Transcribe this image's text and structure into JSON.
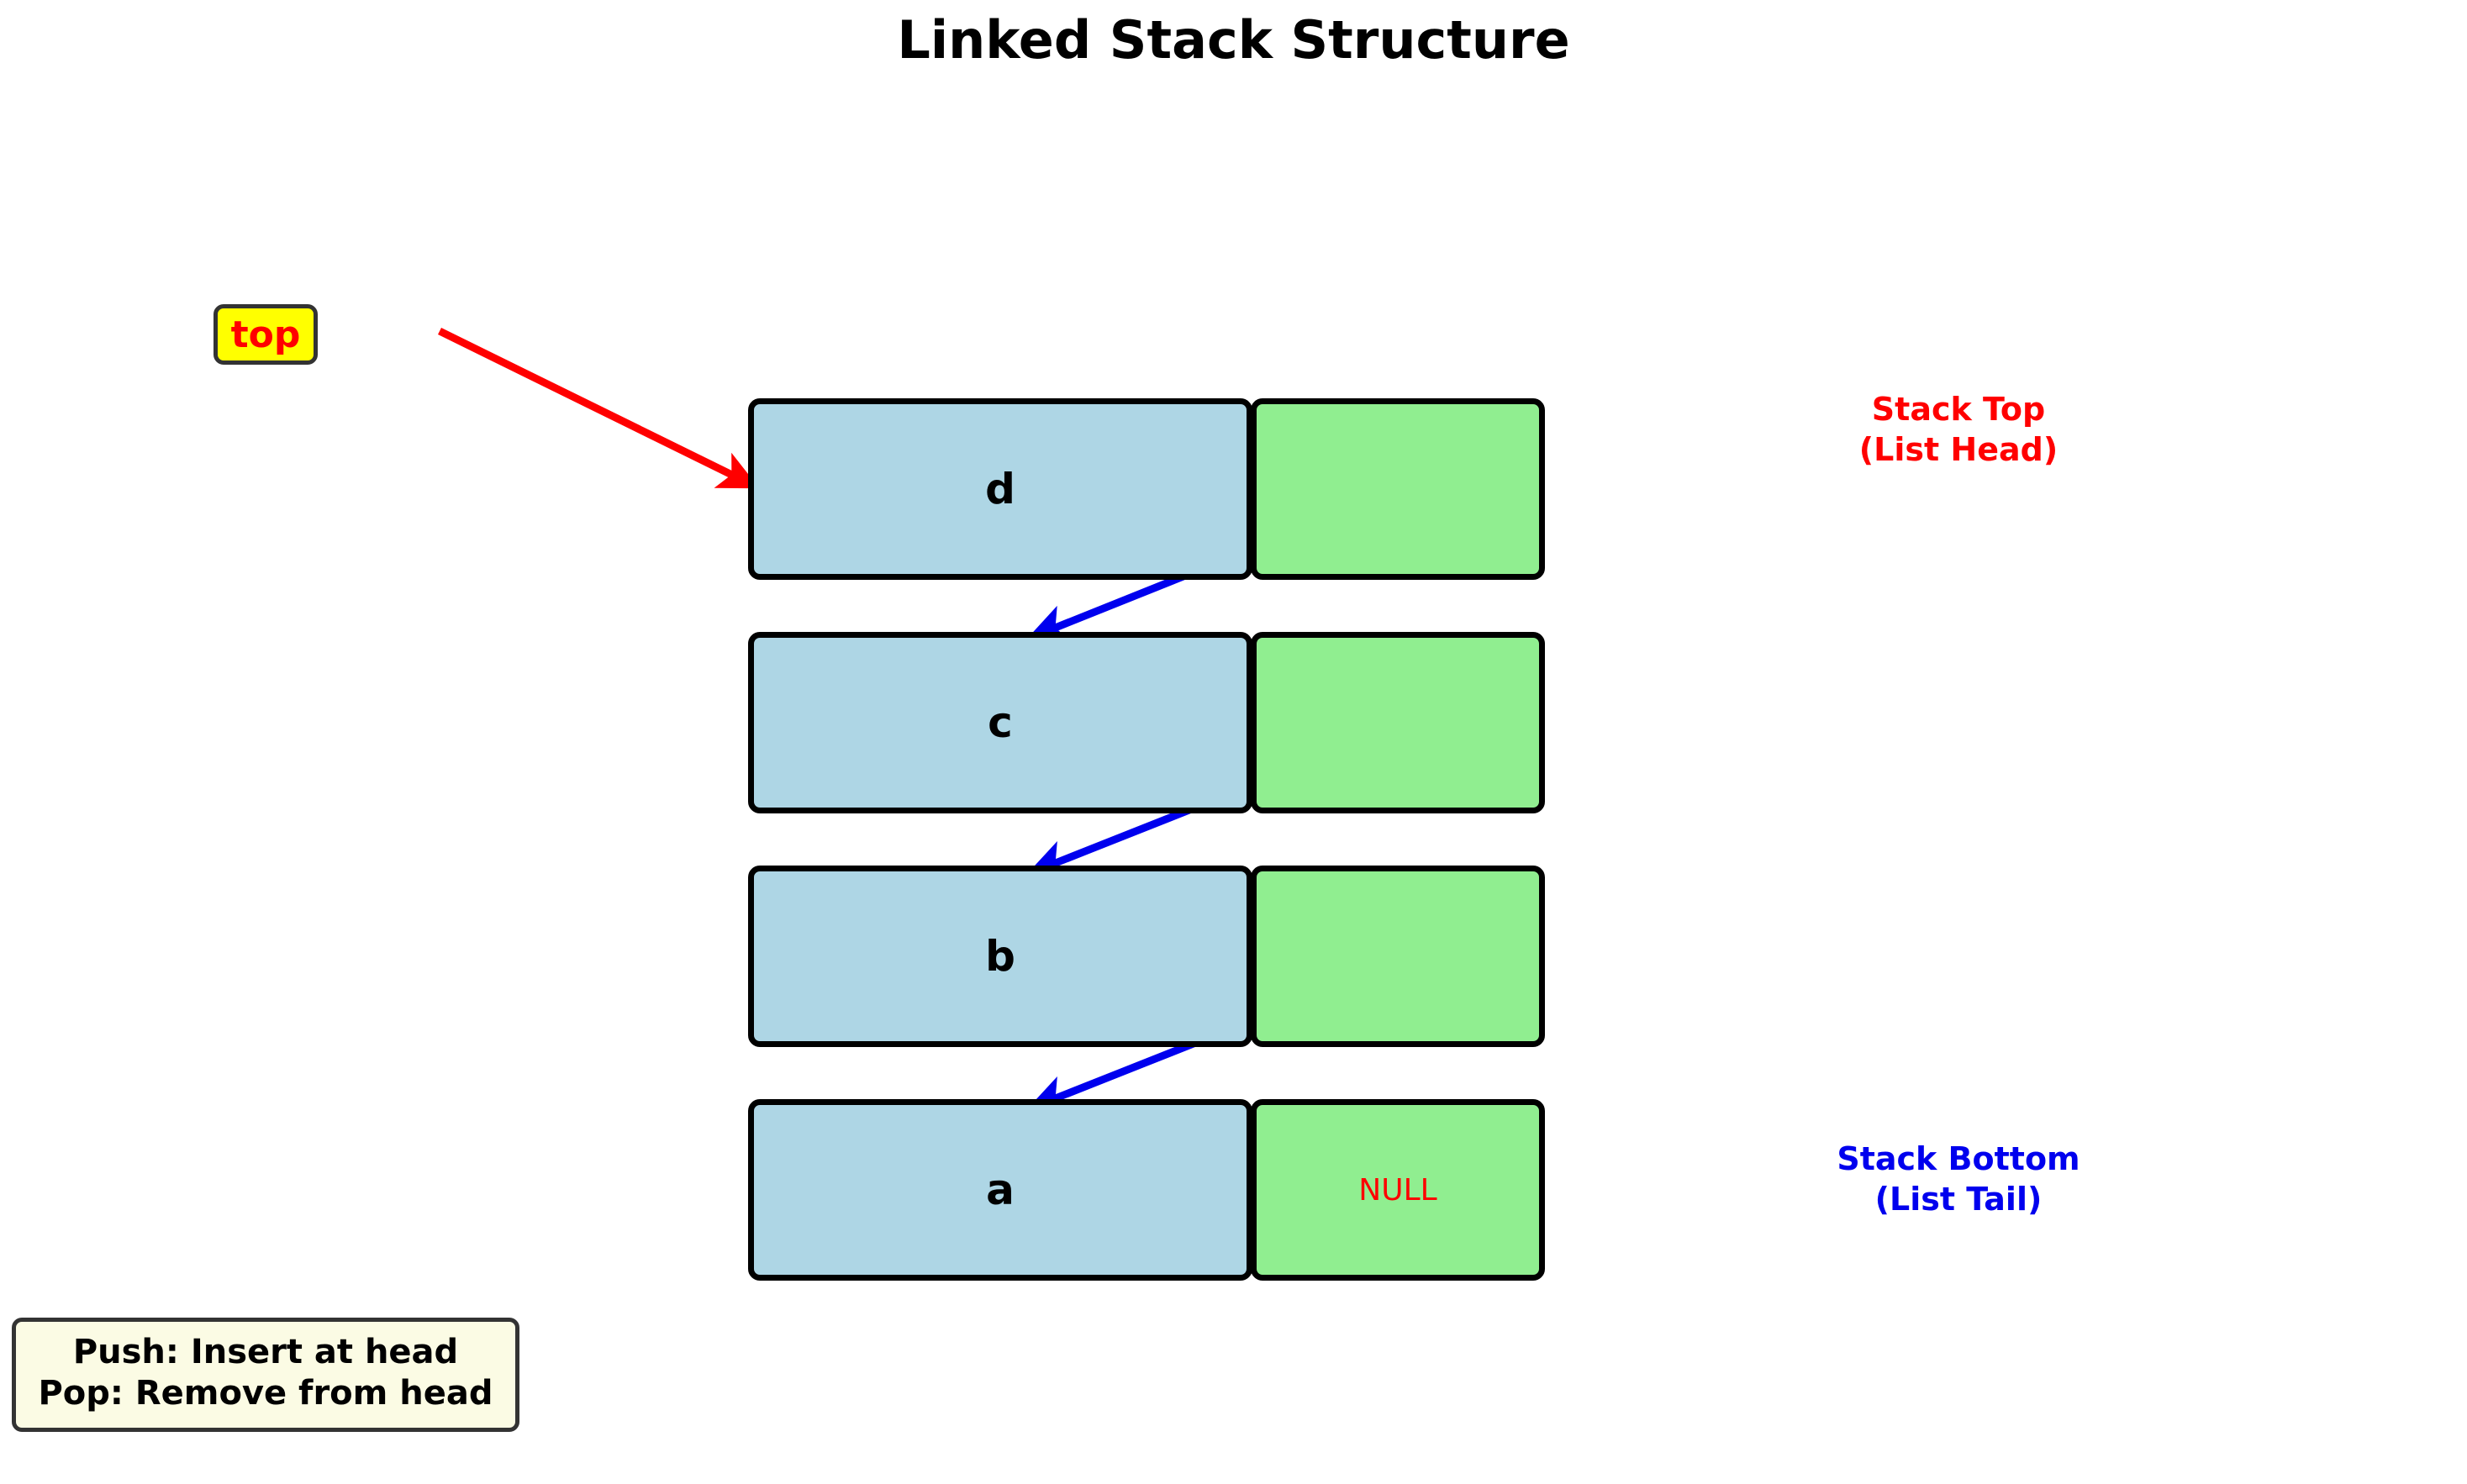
{
  "title": "Linked Stack Structure",
  "pointer": {
    "label": "top"
  },
  "nodes": [
    {
      "data": "d",
      "next": ""
    },
    {
      "data": "c",
      "next": ""
    },
    {
      "data": "b",
      "next": ""
    },
    {
      "data": "a",
      "next": "NULL"
    }
  ],
  "annotations": {
    "stack_top": "Stack Top\n(List Head)",
    "stack_bottom": "Stack Bottom\n(List Tail)"
  },
  "legend": {
    "line1": "Push: Insert at head",
    "line2": "Pop: Remove from head"
  },
  "colors": {
    "data_cell": "#aed6e5",
    "next_cell": "#90ee90",
    "node_border": "#000000",
    "pointer_box_bg": "#ffff00",
    "pointer_box_border": "#333333",
    "pointer_text": "#ff0000",
    "top_arrow": "#ff0000",
    "link_arrow": "#0000ee",
    "stack_top_note": "#ff0000",
    "stack_bottom_note": "#0000ee",
    "legend_bg": "#fbfbe4",
    "legend_border": "#333333",
    "null_text": "#ff0000",
    "background": "#ffffff"
  }
}
